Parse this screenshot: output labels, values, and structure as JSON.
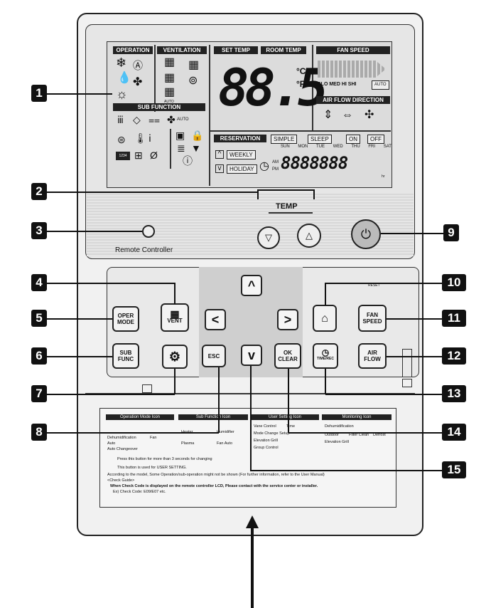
{
  "lcd": {
    "headers": {
      "operation": "OPERATION",
      "ventilation": "VENTILATION",
      "set_temp": "SET TEMP",
      "room_temp": "ROOM TEMP",
      "fan_speed": "FAN SPEED",
      "sub_function": "SUB FUNCTION",
      "air_flow_direction": "AIR FLOW DIRECTION",
      "reservation": "RESERVATION"
    },
    "big_digits": "88.5",
    "celsius": "°C",
    "fahrenheit": "°F",
    "fan_levels": "SLO MED HI SHI",
    "fan_auto": "AUTO",
    "vent_auto": "AUTO",
    "reservation_modes": [
      "SIMPLE",
      "SLEEP",
      "ON",
      "OFF"
    ],
    "weekly": "WEEKLY",
    "holiday": "HOLIDAY",
    "days": [
      "SUN",
      "MON",
      "TUE",
      "WED",
      "THU",
      "FRI",
      "SAT"
    ],
    "am": "AM",
    "pm": "PM",
    "time_digits": "8888888",
    "hr": "hr",
    "subfn_auto": "AUTO",
    "counter": "1234"
  },
  "temp_label": "TEMP",
  "remote_label": "Remote Controller",
  "buttons": {
    "oper_mode": [
      "OPER",
      "MODE"
    ],
    "sub_func": [
      "SUB",
      "FUNC"
    ],
    "vent": "VENT",
    "esc": "ESC",
    "ok_clear": [
      "OK",
      "CLEAR"
    ],
    "fan_speed": [
      "FAN",
      "SPEED"
    ],
    "air_flow": [
      "AIR",
      "FLOW"
    ],
    "timer": "TIME/REC",
    "reset": "RESET"
  },
  "callouts": [
    "1",
    "2",
    "3",
    "4",
    "5",
    "6",
    "7",
    "8",
    "9",
    "10",
    "11",
    "12",
    "13",
    "14",
    "15"
  ],
  "guide": {
    "headers": [
      "Operation Mode Icon",
      "Sub Function Icon",
      "User Setting Icon",
      "Monitoring Icon"
    ],
    "row_items": [
      "Dehumidification",
      "Fan",
      "Auto",
      "Auto Changeover",
      "Heater",
      "Humidifier",
      "Plasma",
      "Fan Auto",
      "Vane Control",
      "Time",
      "Mode Change Setup",
      "Elevation Grill",
      "Group Control",
      "Outdoor",
      "Filter Clean",
      "Defrost",
      "Dehumidification",
      "Elevation Grill"
    ],
    "note1": "Press this button for more than 3 seconds for changing",
    "note2": "This button is used for USER SETTING.",
    "note3": "According to the model, Some Operation/sub-operation might not be shown (For further information, refer to the User Manual)",
    "check_guide": "<Check Guide>",
    "note4": "When Check Code is displayed on the remote controller LCD, Please contact with the service center or installer.",
    "example": "Ex) Check Code: E09/E07 etc."
  }
}
